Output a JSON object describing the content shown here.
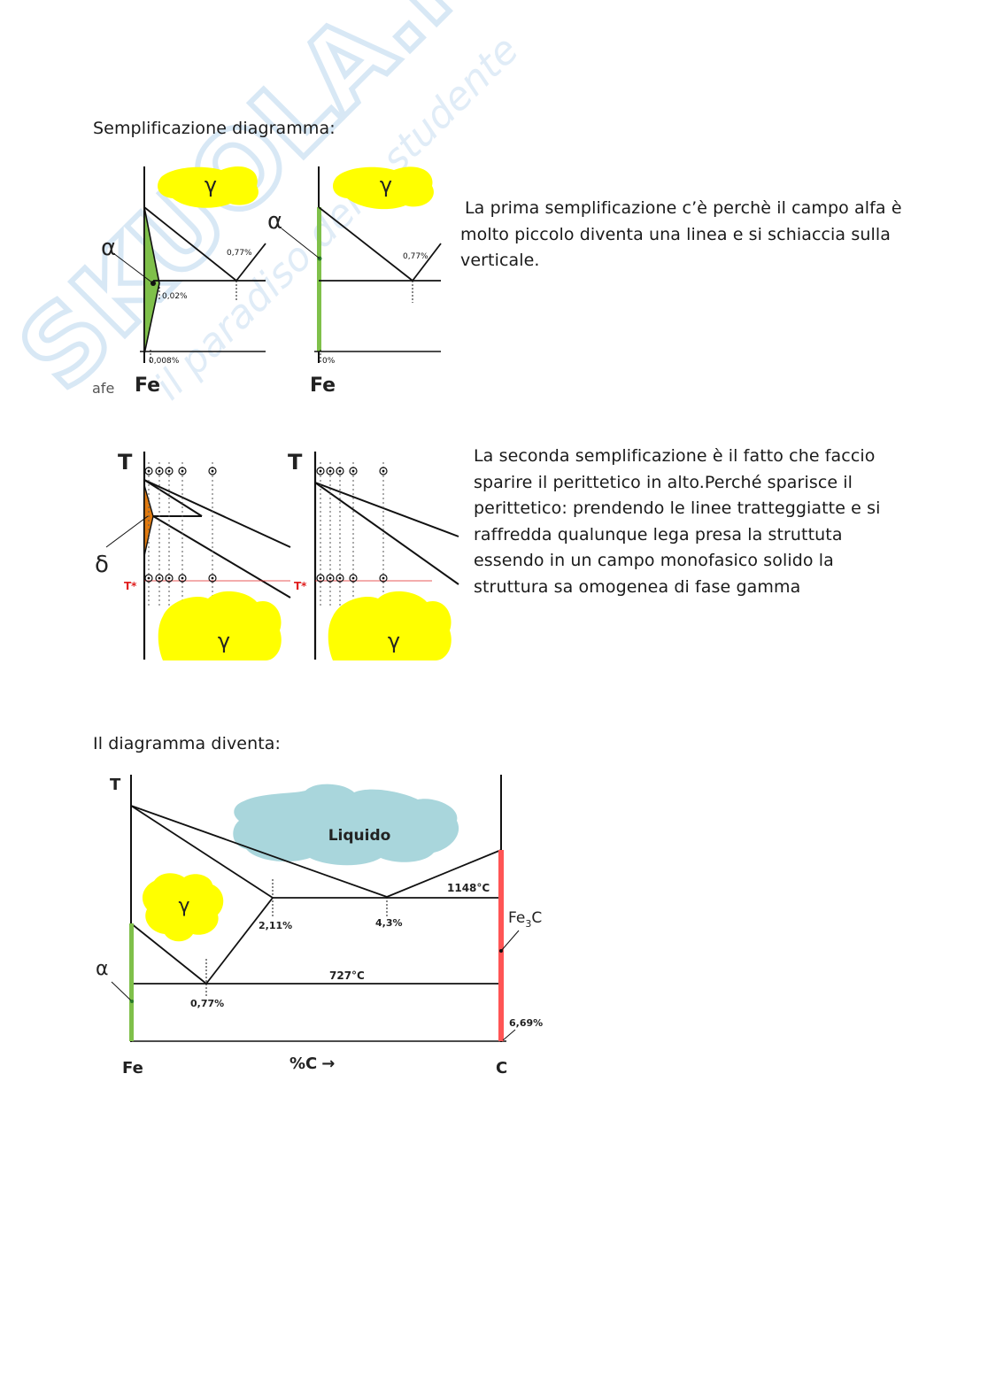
{
  "watermark": {
    "brand": "SKUOLA.net",
    "tagline": "il paradiso dello studente"
  },
  "heading1": "Semplificazione diagramma:",
  "para1": "La prima semplificazione c’è perchè il campo alfa è molto piccolo diventa una linea e si schiaccia sulla verticale.",
  "heading2": "Il diagramma diventa:",
  "para2": "La seconda semplificazione è il fatto che faccio sparire il perittetico in alto.Perché sparisce il perittetico:  prendendo le linee tratteggiatte e si raffredda qualunque lega  presa la struttuta essendo in un campo monofasico solido la struttura sa omogenea di fase gamma",
  "fig1": {
    "left": {
      "gamma": "γ",
      "alpha": "α",
      "eutectoid": "0,77%",
      "solubility": "0,02%",
      "base": "0,008%",
      "element": "Fe",
      "logo": "afe"
    },
    "right": {
      "gamma": "γ",
      "alpha": "α",
      "eutectoid": "0,77%",
      "base": "0%",
      "element": "Fe"
    }
  },
  "fig2": {
    "left": {
      "t_axis": "T",
      "delta": "δ",
      "t_star": "T*",
      "gamma": "γ"
    },
    "right": {
      "t_axis": "T",
      "t_star": "T*",
      "gamma": "γ"
    }
  },
  "fig3": {
    "t_axis": "T",
    "liquid": "Liquido",
    "gamma": "γ",
    "alpha": "α",
    "eutectic_temp": "1148°C",
    "eutectoid_temp": "727°C",
    "c_max_austenite": "2,11%",
    "eutectic_comp": "4,3%",
    "eutectoid_comp": "0,77%",
    "cementite_base": "Fe",
    "cementite_sub": "3",
    "cementite_end": "C",
    "cementite_comp": "6,69%",
    "x_left": "Fe",
    "x_label": "%C",
    "x_arrow": "→",
    "x_right": "C"
  },
  "colors": {
    "gamma_fill": "#ffff00",
    "alpha_fill": "#7fc04a",
    "delta_fill": "#e07a10",
    "liquid_fill": "#a9d6dc",
    "cementite_fill": "#ff5555",
    "t_star": "#e02020",
    "watermark": "#b9d6ee"
  }
}
